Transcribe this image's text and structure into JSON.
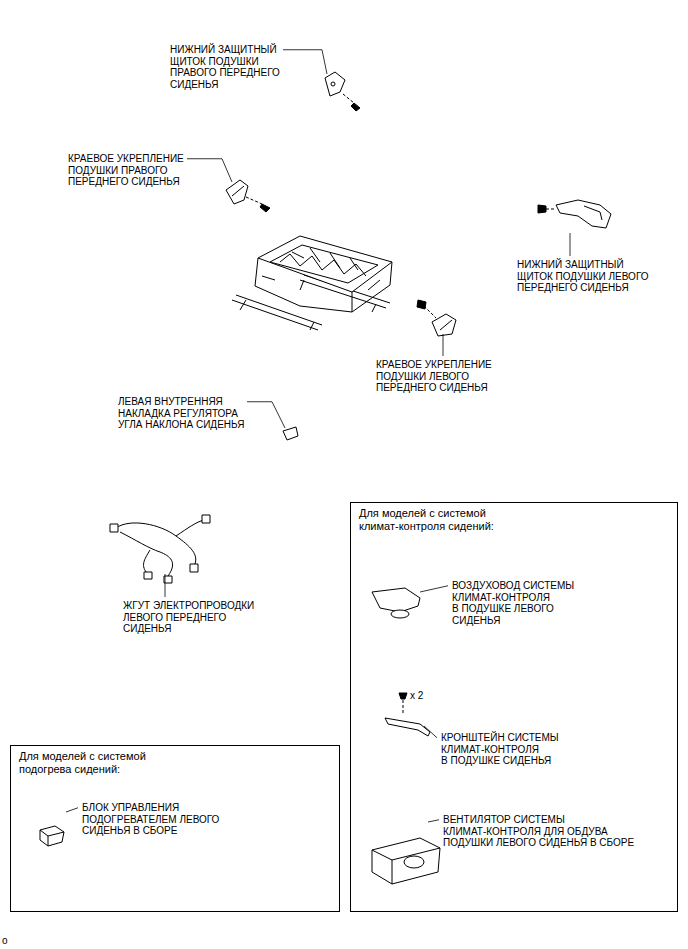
{
  "diagram": {
    "nodes": [
      {
        "text": [
          "Для моделей с системой климат-контроля сидений:"
        ]
      },
      {
        "text": [
          "Для моделей с системой подогрева сидений:"
        ]
      }
    ],
    "edges": [],
    "labels": [
      "НИЖНИЙ ЗАЩИТНЫЙ ЩИТОК ПОДУШКИ ПРАВОГО ПЕРЕДНЕГО СИДЕНЬЯ",
      "КРАЕВОЕ УКРЕПЛЕНИЕ ПОДУШКИ ПРАВОГО ПЕРЕДНЕГО СИДЕНЬЯ",
      "НИЖНИЙ ЗАЩИТНЫЙ ЩИТОК ПОДУШКИ ЛЕВОГО ПЕРЕДНЕГО СИДЕНЬЯ",
      "КРАЕВОЕ УКРЕПЛЕНИЕ ПОДУШКИ ЛЕВОГО ПЕРЕДНЕГО СИДЕНЬЯ",
      "ЛЕВАЯ ВНУТРЕННЯЯ НАКЛАДКА РЕГУЛЯТОРА УГЛА НАКЛОНА СИДЕНЬЯ",
      "ЖГУТ ЭЛЕКТРОПРОВОДКИ ЛЕВОГО ПЕРЕДНЕГО СИДЕНЬЯ",
      "ВОЗДУХОВОД СИСТЕМЫ КЛИМАТ-КОНТРОЛЯ В ПОДУШКЕ ЛЕВОГО СИДЕНЬЯ",
      "x 2",
      "КРОНШТЕЙН СИСТЕМЫ КЛИМАТ-КОНТРОЛЯ В ПОДУШКЕ СИДЕНЬЯ",
      "ВЕНТИЛЯТОР СИСТЕМЫ КЛИМАТ-КОНТРОЛЯ ДЛЯ ОБДУВА ПОДУШКИ ЛЕВОГО СИДЕНЬЯ В СБОРЕ",
      "БЛОК УПРАВЛЕНИЯ ПОДОГРЕВАТЕЛЕМ ЛЕВОГО СИДЕНЬЯ В СБОРЕ",
      "o"
    ]
  }
}
